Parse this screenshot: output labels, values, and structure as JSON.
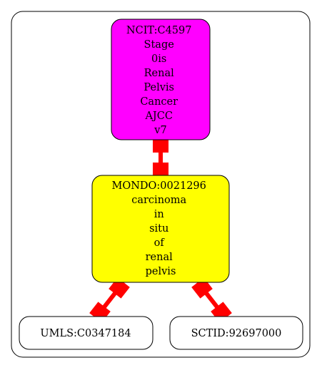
{
  "nodes": {
    "ncit": {
      "lines": [
        "NCIT:C4597",
        "Stage",
        "0is",
        "Renal",
        "Pelvis",
        "Cancer",
        "AJCC",
        "v7"
      ],
      "fill": "#ff00ff"
    },
    "mondo": {
      "lines": [
        "MONDO:0021296",
        "carcinoma",
        "in",
        "situ",
        "of",
        "renal",
        "pelvis"
      ],
      "fill": "#ffff00"
    },
    "umls": {
      "lines": [
        "UMLS:C0347184"
      ],
      "fill": "#ffffff"
    },
    "sctid": {
      "lines": [
        "SCTID:92697000"
      ],
      "fill": "#ffffff"
    }
  },
  "edges": [
    {
      "from": "ncit",
      "to": "mondo",
      "color": "#ff0000"
    },
    {
      "from": "mondo",
      "to": "umls",
      "color": "#ff0000"
    },
    {
      "from": "mondo",
      "to": "sctid",
      "color": "#ff0000"
    }
  ],
  "colors": {
    "border": "#000000",
    "background": "#ffffff",
    "edge": "#ff0000"
  }
}
